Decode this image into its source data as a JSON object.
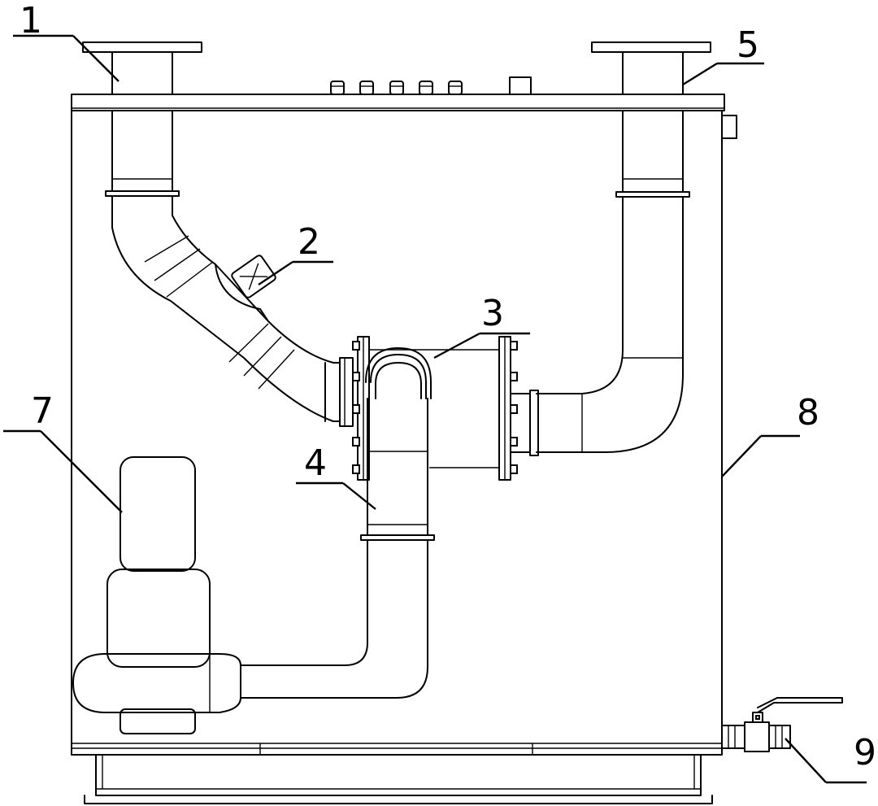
{
  "labels": {
    "l1": "1",
    "l2": "2",
    "l3": "3",
    "l4": "4",
    "l5": "5",
    "l7": "7",
    "l8": "8",
    "l9": "9"
  },
  "colors": {
    "line": "#000000",
    "background": "#ffffff"
  }
}
